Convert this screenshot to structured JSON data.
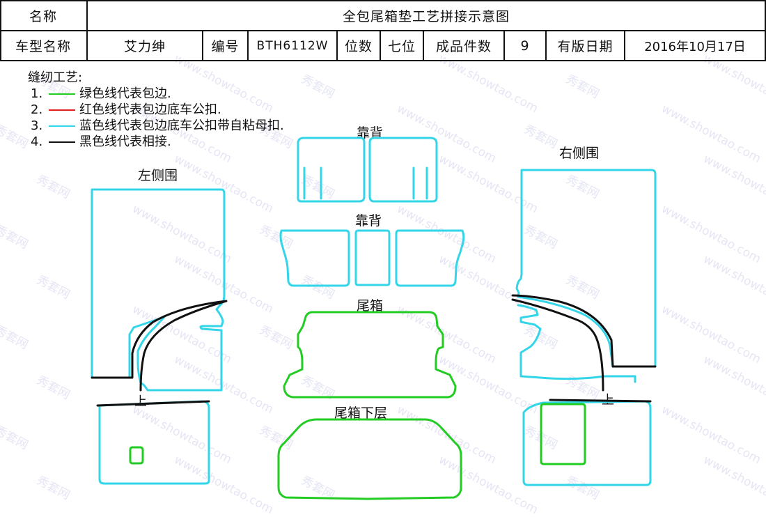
{
  "header": {
    "row1": {
      "name_label": "名称",
      "title": "全包尾箱垫工艺拼接示意图"
    },
    "row2": {
      "model_label": "车型名称",
      "model_value": "艾力绅",
      "code_label": "编号",
      "code_value": "BTH6112W",
      "position_label": "位数",
      "position_value": "七位",
      "pieces_label": "成品件数",
      "pieces_value": "9",
      "date_label": "有版日期",
      "date_value": "2016年10月17日"
    }
  },
  "legend": {
    "heading": "缝纫工艺:",
    "items": [
      {
        "num": "1.",
        "color": "#22cc22",
        "text": "绿色线代表包边."
      },
      {
        "num": "2.",
        "color": "#e02020",
        "text": "红色线代表包边底车公扣."
      },
      {
        "num": "3.",
        "color": "#33d6e8",
        "text": "蓝色线代表包边底车公扣带自粘母扣."
      },
      {
        "num": "4.",
        "color": "#111111",
        "text": "黑色线代表相接."
      }
    ]
  },
  "parts": {
    "backrest_upper": "靠背",
    "backrest_middle": "靠背",
    "left_side": "左侧围",
    "right_side": "右侧围",
    "trunk": "尾箱",
    "trunk_lower": "尾箱下层",
    "left_up_mark": "上",
    "right_up_mark": "上"
  },
  "watermark": {
    "text_cn": "秀套网",
    "text_url": "www.showtao.com"
  },
  "colors": {
    "green": "#22cc22",
    "red": "#e02020",
    "cyan": "#33d6e8",
    "black": "#111111"
  }
}
